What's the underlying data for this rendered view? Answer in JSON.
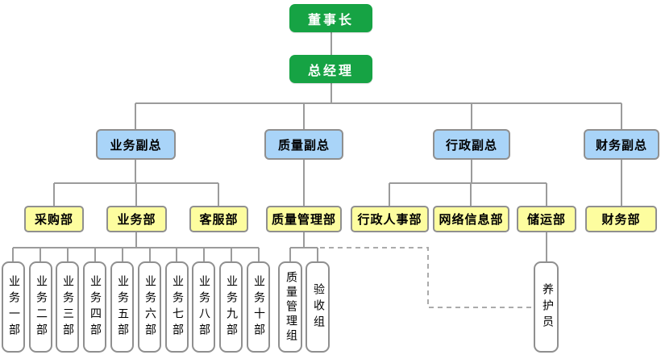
{
  "org": {
    "chairman": "董事长",
    "general_manager": "总经理",
    "vps": [
      "业务副总",
      "质量副总",
      "行政副总",
      "财务副总"
    ],
    "departments": [
      "采购部",
      "业务部",
      "客服部",
      "质量管理部",
      "行政人事部",
      "网络信息部",
      "储运部",
      "财务部"
    ],
    "business_units": [
      "业务一部",
      "业务二部",
      "业务三部",
      "业务四部",
      "业务五部",
      "业务六部",
      "业务七部",
      "业务八部",
      "业务九部",
      "业务十部"
    ],
    "quality_units": [
      "质量管理组",
      "验收组"
    ],
    "storage_units": [
      "养护员"
    ]
  },
  "colors": {
    "executive_fill": "#16A344",
    "executive_text": "#FFFFFF",
    "vp_fill": "#A9D4F8",
    "department_fill": "#FDFD9F",
    "unit_fill": "#FFFFFF",
    "box_border": "#8F8F8F",
    "connector": "#9B9B9B",
    "dashed_connector": "#ABABAB",
    "label_text": "#000000"
  }
}
